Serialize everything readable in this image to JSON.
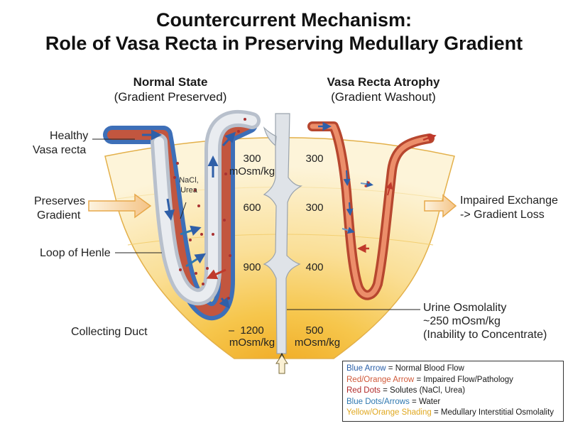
{
  "title": {
    "line1": "Countercurrent Mechanism:",
    "line2": "Role of Vasa Recta in Preserving Medullary Gradient"
  },
  "panels": {
    "left": {
      "heading": "Normal State",
      "subheading": "(Gradient Preserved)"
    },
    "right": {
      "heading": "Vasa Recta Atrophy",
      "subheading": "(Gradient Washout)"
    }
  },
  "labels": {
    "healthy_vasa_recta_1": "Healthy",
    "healthy_vasa_recta_2": "Vasa recta",
    "preserves_gradient_1": "Preserves",
    "preserves_gradient_2": "Gradient",
    "loop_of_henle": "Loop of Henle",
    "collecting_duct": "Collecting Duct",
    "nacl_urea_1": "NaCl,",
    "nacl_urea_2": "Urea",
    "impaired_exchange_1": "Impaired Exchange",
    "impaired_exchange_2": "-> Gradient Loss",
    "urine_osmolality_1": "Urine Osmolality",
    "urine_osmolality_2": "~250 mOsm/kg",
    "urine_osmolality_3": "(Inability to Concentrate)"
  },
  "osmolality": {
    "normal": {
      "v300": "300",
      "unit_300": "mOsm/kg",
      "v600": "600",
      "v900": "900",
      "v1200": "1200",
      "unit_1200": "mOsm/kg"
    },
    "atrophy": {
      "v300a": "300",
      "v300b": "300",
      "v400": "400",
      "v500": "500",
      "unit_500": "mOsm/kg"
    }
  },
  "legend": [
    {
      "key": "Blue Arrow",
      "rest": " = Normal Blood Flow",
      "color": "#2a5fa8"
    },
    {
      "key": "Red/Orange Arrow",
      "rest": " = Impaired Flow/Pathology",
      "color": "#d05a3a"
    },
    {
      "key": "Red Dots",
      "rest": " = Solutes (NaCl, Urea)",
      "color": "#b02a2a"
    },
    {
      "key": "Blue Dots/Arrows",
      "rest": " = Water",
      "color": "#2f78b0"
    },
    {
      "key": "Yellow/Orange Shading",
      "rest": " = Medullary Interstitial Osmolality",
      "color": "#e0a820"
    }
  ],
  "colors": {
    "blue_vessel": "#3f6fb5",
    "red_vessel": "#c0392b",
    "atrophy_vessel": "#e0704f",
    "collecting_duct": "#d8dde3",
    "medulla_light": "#fbefc6",
    "medulla_dark": "#f1b02c"
  }
}
